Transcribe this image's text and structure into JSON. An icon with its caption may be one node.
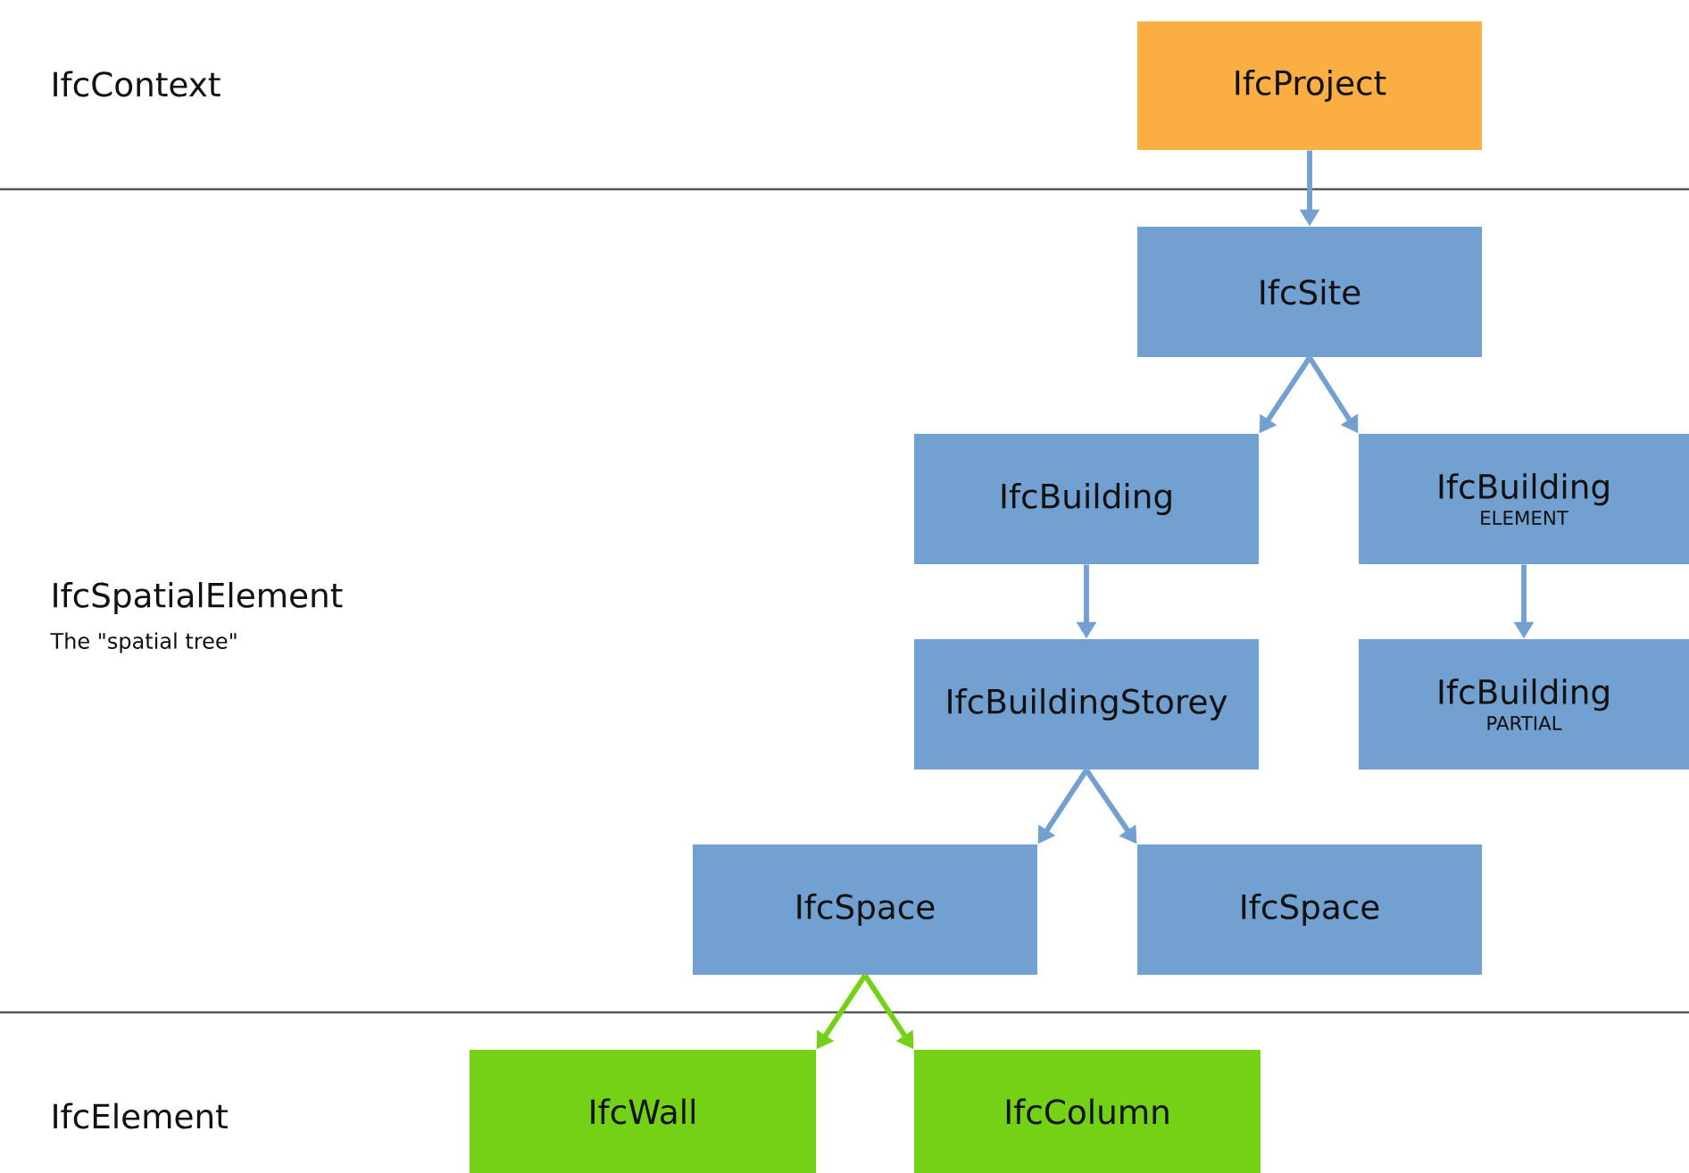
{
  "diagram": {
    "nodes": [
      {
        "text": [
          "IfcProject"
        ]
      },
      {
        "text": [
          "IfcSite"
        ]
      },
      {
        "text": [
          "IfcBuilding"
        ]
      },
      {
        "text": [
          "IfcBuilding",
          "ELEMENT"
        ]
      },
      {
        "text": [
          "IfcBuildingStorey"
        ]
      },
      {
        "text": [
          "IfcBuilding",
          "PARTIAL"
        ]
      },
      {
        "text": [
          "IfcSpace"
        ]
      },
      {
        "text": [
          "IfcSpace"
        ]
      },
      {
        "text": [
          "IfcWall"
        ]
      },
      {
        "text": [
          "IfcColumn"
        ]
      }
    ],
    "edges": [
      {
        "from": 0,
        "to": 1,
        "arrow": "to"
      },
      {
        "from": 1,
        "to": 2,
        "arrow": "to"
      },
      {
        "from": 1,
        "to": 3,
        "arrow": "to"
      },
      {
        "from": 2,
        "to": 4,
        "arrow": "to"
      },
      {
        "from": 3,
        "to": 5,
        "arrow": "to"
      },
      {
        "from": 4,
        "to": 6,
        "arrow": "to"
      },
      {
        "from": 4,
        "to": 7,
        "arrow": "to"
      },
      {
        "from": 6,
        "to": 8,
        "arrow": "to",
        "color": "#74d116"
      },
      {
        "from": 6,
        "to": 9,
        "arrow": "to",
        "color": "#74d116"
      }
    ],
    "labels": [
      "IfcContext",
      "IfcSpatialElement",
      "The \"spatial tree\"",
      "IfcElement"
    ]
  }
}
